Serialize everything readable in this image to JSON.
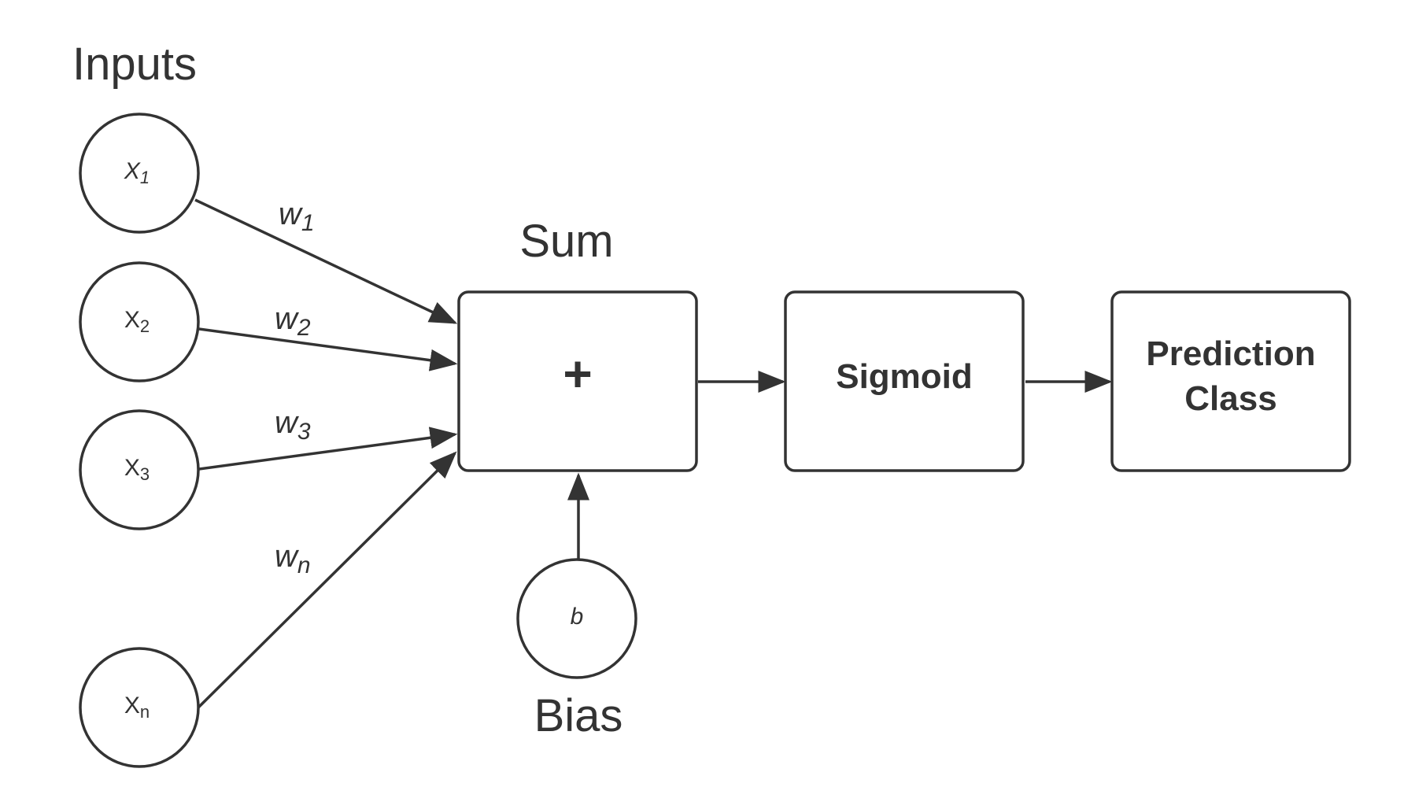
{
  "labels": {
    "inputs": "Inputs",
    "sum": "Sum",
    "bias": "Bias"
  },
  "inputs": [
    {
      "base": "X",
      "sub": "1",
      "weight_base": "w",
      "weight_sub": "1"
    },
    {
      "base": "X",
      "sub": "2",
      "weight_base": "w",
      "weight_sub": "2"
    },
    {
      "base": "X",
      "sub": "3",
      "weight_base": "w",
      "weight_sub": "3"
    },
    {
      "base": "X",
      "sub": "n",
      "weight_base": "w",
      "weight_sub": "n"
    }
  ],
  "sum_box": {
    "symbol": "+"
  },
  "bias_node": {
    "label": "b"
  },
  "sigmoid_box": {
    "label": "Sigmoid"
  },
  "prediction_box": {
    "line1": "Prediction",
    "line2": "Class"
  },
  "colors": {
    "stroke": "#333333",
    "background": "#ffffff"
  },
  "edges": [
    {
      "from": "input-x1",
      "to": "sum-box",
      "label": "w1"
    },
    {
      "from": "input-x2",
      "to": "sum-box",
      "label": "w2"
    },
    {
      "from": "input-x3",
      "to": "sum-box",
      "label": "w3"
    },
    {
      "from": "input-xn",
      "to": "sum-box",
      "label": "wn"
    },
    {
      "from": "bias-node",
      "to": "sum-box"
    },
    {
      "from": "sum-box",
      "to": "sigmoid-box"
    },
    {
      "from": "sigmoid-box",
      "to": "prediction-box"
    }
  ]
}
